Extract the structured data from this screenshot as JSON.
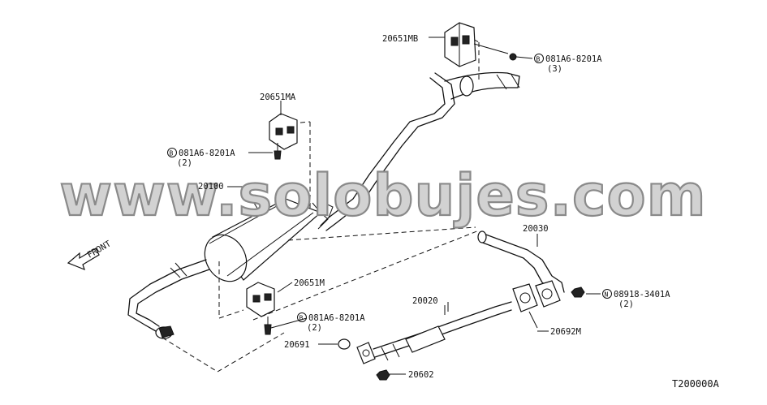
{
  "watermark": "www.solobujes.com",
  "direction_label": "FRONT",
  "diagram_code": "T200000A",
  "callouts": {
    "p20651MB": "20651MB",
    "p20651MA": "20651MA",
    "p20651M": "20651M",
    "p20100": "20100",
    "p20030": "20030",
    "p20020": "20020",
    "p20691": "20691",
    "p20602": "20602",
    "p20692M": "20692M",
    "bolt_top": "081A6-8201A",
    "bolt_top_qty": "(3)",
    "bolt_left": "081A6-8201A",
    "bolt_left_qty": "(2)",
    "bolt_mid": "081A6-8201A",
    "bolt_mid_qty": "(2)",
    "nut_right": "08918-3401A",
    "nut_right_qty": "(2)"
  },
  "badges": {
    "bolt": "B",
    "nut": "N"
  }
}
